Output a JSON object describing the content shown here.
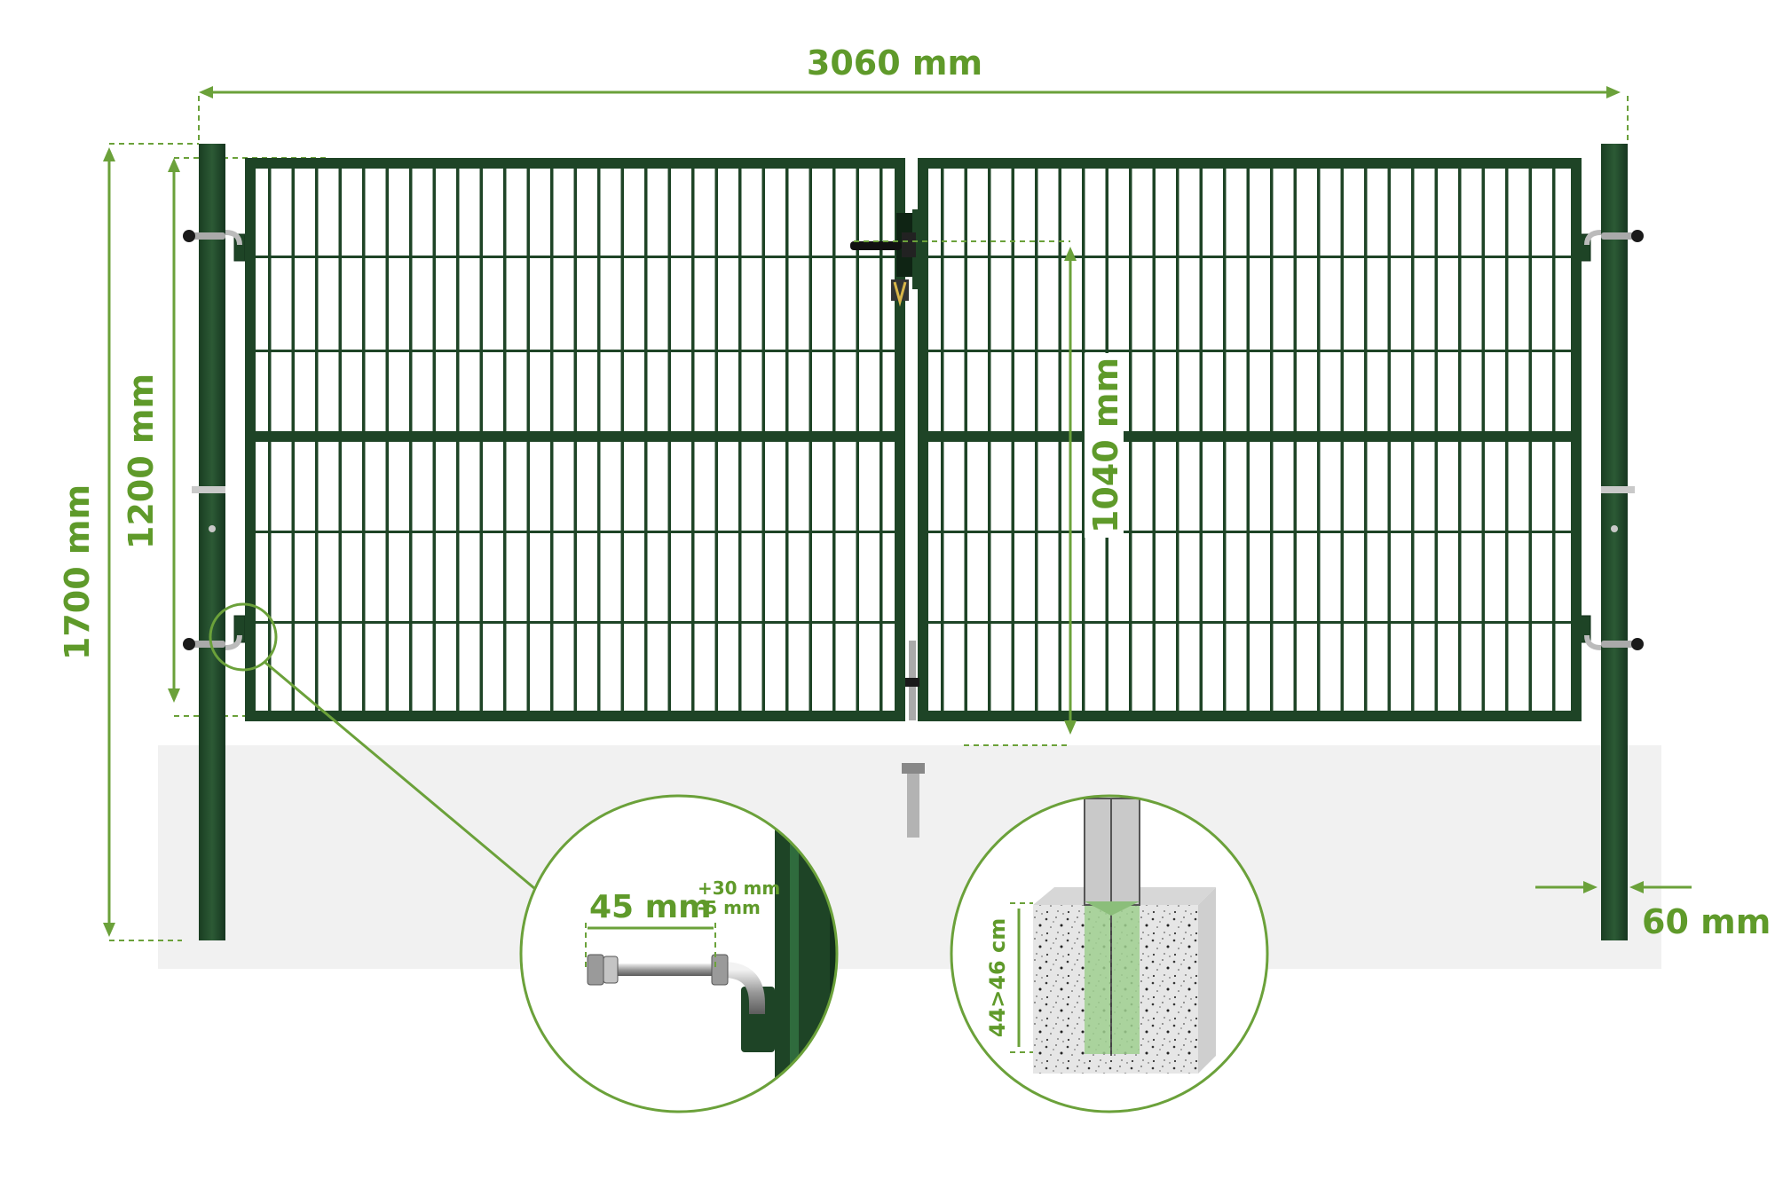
{
  "colors": {
    "accent": "#5f9a2a",
    "gate_green": "#1e4426",
    "ground": "#f1f1f1"
  },
  "dimensions": {
    "total_width": "3060 mm",
    "post_height": "1700 mm",
    "gate_height": "1200 mm",
    "clearance": "1040 mm",
    "post_width": "60 mm"
  },
  "hinge_detail": {
    "length": "45 mm",
    "tolerance_plus": "+30 mm",
    "tolerance_minus": "-5 mm"
  },
  "foundation_detail": {
    "depth": "44>46 cm"
  },
  "icons": {
    "hinge": "hinge-bolt-icon",
    "foundation": "concrete-foundation-icon",
    "lock": "lock-icon",
    "ground_bolt": "ground-bolt-icon"
  }
}
